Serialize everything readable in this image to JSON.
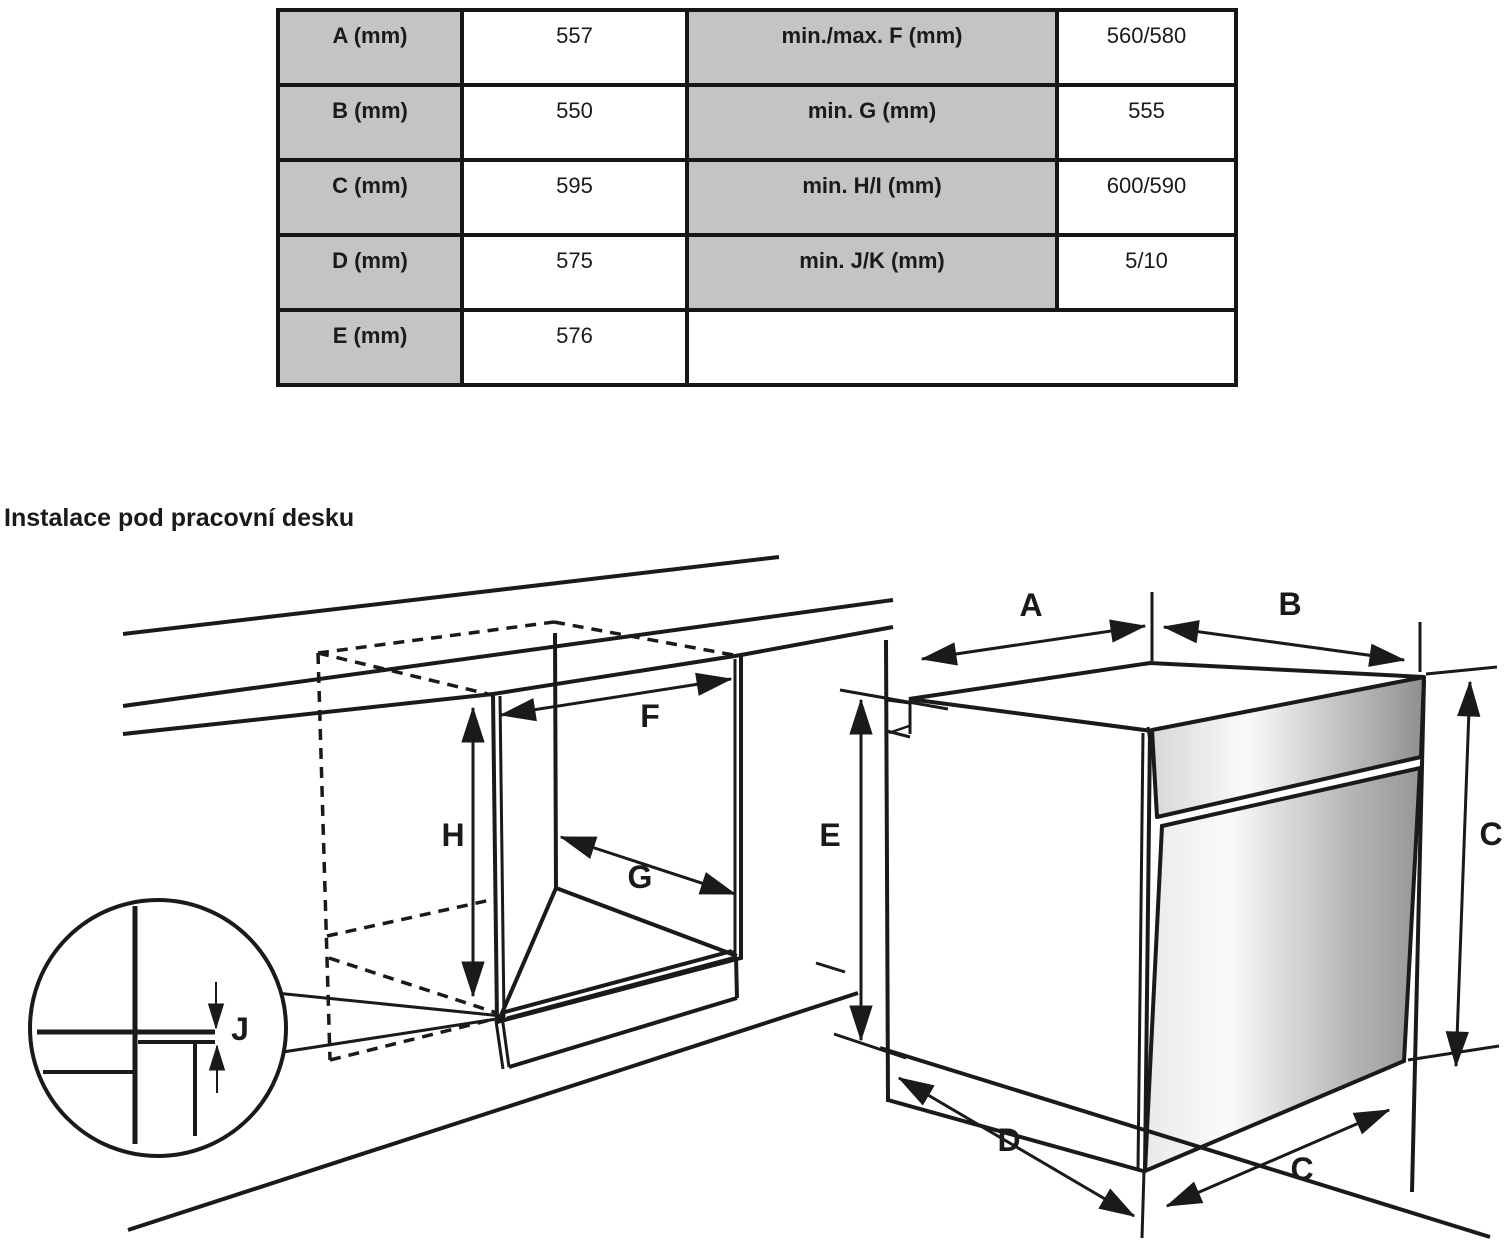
{
  "table": {
    "rows": [
      [
        "A (mm)",
        "557",
        "min./max. F (mm)",
        "560/580"
      ],
      [
        "B (mm)",
        "550",
        "min. G (mm)",
        "555"
      ],
      [
        "C (mm)",
        "595",
        "min. H/I (mm)",
        "600/590"
      ],
      [
        "D (mm)",
        "575",
        "min. J/K (mm)",
        "5/10"
      ],
      [
        "E (mm)",
        "576",
        "",
        ""
      ]
    ]
  },
  "section_heading": "Instalace pod pracovní desku",
  "labels": {
    "cutout_width": "F",
    "cutout_depth": "G",
    "cutout_height": "H",
    "gap": "J",
    "oven_top_depth": "A",
    "oven_top_width": "B",
    "oven_height_right": "C",
    "oven_bottom_depth": "D",
    "oven_height_left": "E",
    "oven_bottom_width": "C"
  },
  "colors": {
    "table_header_bg": "#c3c5c4",
    "ink": "#1a1a1a",
    "paper": "#ffffff",
    "metal_light": "#fafafa",
    "metal_dark": "#8f8f8f"
  }
}
